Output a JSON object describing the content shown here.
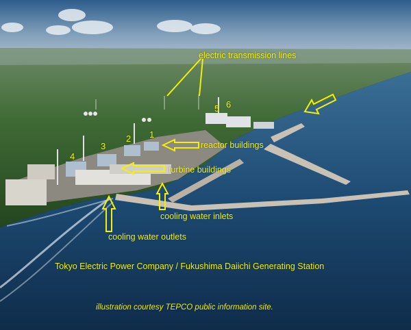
{
  "annotations": {
    "transmission_lines": "electric transmission lines",
    "reactor_buildings": "reactor buildings",
    "turbine_buildings": "turbine buildings",
    "water_inlets": "cooling water inlets",
    "water_outlets": "cooling water outlets"
  },
  "reactor_numbers": [
    "1",
    "2",
    "3",
    "4",
    "5",
    "6"
  ],
  "caption": {
    "main": "Tokyo Electric Power Company / Fukushima Daiichi Generating Station",
    "credit": "illustration courtesy TEPCO public information site."
  },
  "colors": {
    "annotation": "#f4f000",
    "sea": "#1f4f78",
    "land": "#3f6a2f",
    "sky": "#9fb8cc"
  }
}
